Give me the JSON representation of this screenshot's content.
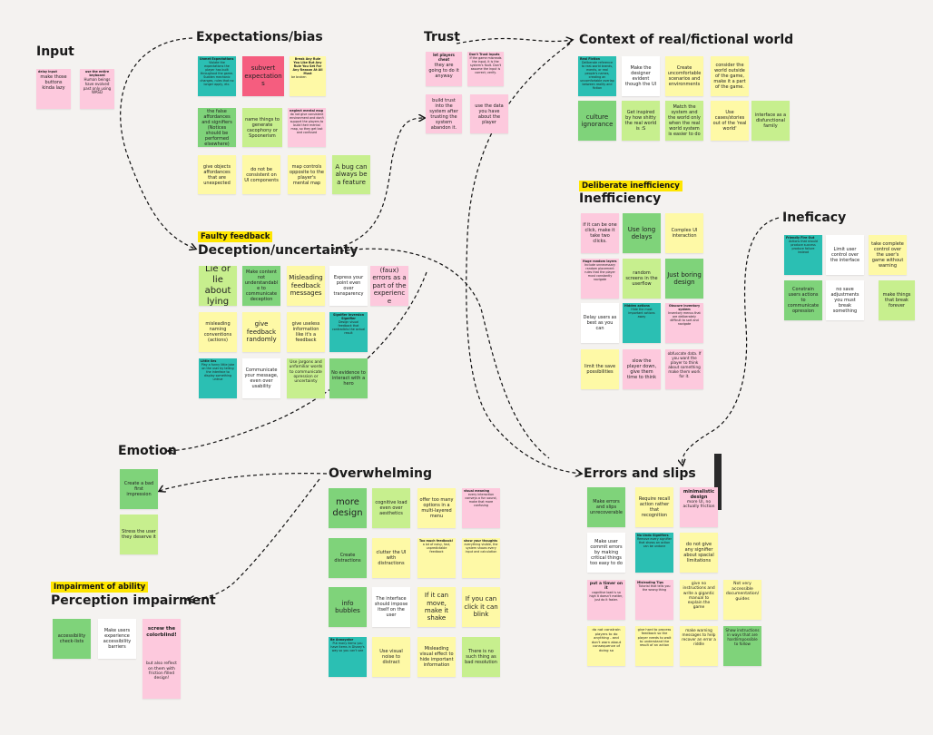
{
  "headings": {
    "input": "Input",
    "expectations": "Expectations/bias",
    "trust": "Trust",
    "context": "Context of real/fictional world",
    "deliberate_tag": "Deliberate inefficiency",
    "inefficiency": "Inefficiency",
    "ineficacy": "Ineficacy",
    "faulty_tag": "Faulty feedback",
    "deception": "Deception/uncertainty",
    "emotion": "Emotion",
    "overwhelming": "Overwhelming",
    "errors": "Errors and slips",
    "impairment_tag": "Impairment of ability",
    "perception": "Perception impairment"
  },
  "notes": {
    "in1_title": "delay input",
    "in1_body": "make those buttons kinda lazy",
    "in2_title": "use the entire keyboard",
    "in2_body": "Human beings have evolved past only using WASD",
    "ex1_title": "Unmet Expectations",
    "ex1_body": "Violate the expectations the player has built throughout the game. Sudden mechanic changes, rules that no longer apply, etc.",
    "ex2": "subvert expectations",
    "ex3": "Break Any Rule You Like But Any Rule You Set For Any Reason At All Must",
    "ex3b": "be broken",
    "ex4": "the false affordances and signifiers (Notices should be performed elsewhere)",
    "ex5": "name things to generate cacophony or Spoonerism",
    "ex6_title": "neglect mental map",
    "ex6_body": "do not give consistent environment and don't support the players to build their mental map, so they get lost and confused",
    "ex7": "give objects affordances that are unexpected",
    "ex8": "do not be consistent on UI components",
    "ex9": "map controls opposite to the player's mental map",
    "ex10": "A bug can always be a feature",
    "tr1_title": "let players cheat",
    "tr1_body": "they are going to do it anyway",
    "tr2_title": "Don't Trust Inputs",
    "tr2_body": "If the game misreads the input, it is the system's fault. Don't assume the input is correct; verify.",
    "tr3": "build trust into the system after trusting the system abandon it.",
    "tr4": "use the data you have about the player",
    "cx1_title": "Real Fiction",
    "cx1_body": "Deliberate reference to real-world brands, events, or real people's names, creating an uncomfortable overlap between reality and fiction",
    "cx2": "Make the designer evident though the UI",
    "cx3": "Create uncomfortable scenarios and environments",
    "cx4": "consider the world outside of the game, make it a part of the game.",
    "cx5": "culture ignorance",
    "cx6": "Get inspired by how shitty the real world is :S",
    "cx7": "Match the system and the world only when the real world system is easier to do",
    "cx8": "Use cases/stories out of the 'real world'",
    "cx9": "interface as a disfunctional family",
    "if1": "if it can be one click, make it take two clicks.",
    "if2": "Use long delays",
    "if3": "Complex UI interaction",
    "if4_title": "Huge random layers",
    "if4_body": "Include unnecessary random placement rules that the player must constantly navigate",
    "if5": "random screens in the userflow",
    "if6": "Just boring design",
    "if7": "Delay users as best as you can",
    "if8_title": "Hidden actions",
    "if8_body": "Hide the most important actions away",
    "if9_title": "Obscure inventory system",
    "if9_body": "Inventory menus that are deliberately difficult to sort and navigate",
    "if10": "limit the save possibilities",
    "if11": "slow the player down, give them time to think",
    "if12": "obfuscate data. If you want the player to think about something make them work for it.",
    "ic1_title": "Friendly Fire Out",
    "ic1_body": "Actions that should produce success produce failure instead",
    "ic2": "Limit user control over the interface",
    "ic3": "take complete control over the user's game without warning",
    "ic4": "Constrain users actions to communicate opression",
    "ic5": "no save adjustments you must break something",
    "ic6": "make things that break forever",
    "dc1": "Lie or lie about lying",
    "dc2": "Make content not understandable to communicate deception",
    "dc3": "Misleading feedback messages",
    "dc4": "Express your point even over transparency",
    "dc5": "(faux) errors as a part of the experience",
    "dc6": "misleading naming conventions (actions)",
    "dc7": "give feedback randomly",
    "dc8": "give useless information like it's a feedback",
    "dc9_title": "Signifier Inversion Signifier",
    "dc9_body": "Design visual feedback that contradicts the actual result",
    "dc10_title": "Little lies",
    "dc10_body": "Play a funny little joke on the user by telling the interface to display something untrue",
    "dc11": "Communicate your message, even over usability",
    "dc12": "Use jargons and unfamiliar words to communicate opression or uncertainty",
    "dc13": "No evidence to interact with a hero",
    "em1": "Create a bad first impression",
    "em2": "Stress the user they deserve it",
    "ov1": "more design",
    "ov2": "cognitive load even over aesthetics",
    "ov3": "offer too many options in a multi-layered menu",
    "ov4_title": "visual meaning",
    "ov4_body": "every interaction conveys a fun sound, make that more confusing",
    "ov5": "Create distractions",
    "ov6": "clutter the UI with distractions",
    "ov7_title": "Too much feedback!",
    "ov7_body": "a lot of noisy, fast, unpredictable feedback",
    "ov8_title": "show your thoughts",
    "ov8_body": "everything visible, the system shows every input and calculation",
    "ov9": "info bubbles",
    "ov10": "The interface should impose itself on the user",
    "ov11": "If it can move, make it shake",
    "ov12": "If you can click it can blink",
    "ov13_title": "Be Annoyator",
    "ov13_body": "Put many items you have items in Disney's way so you can't see",
    "ov14": "Use visual noise to distract",
    "ov15": "Misleading visual effect to hide important information",
    "ov16": "There is no such thing as bad resolution",
    "er1": "Make errors and slips unrecoverable",
    "er2": "Require recall action rather that recognition",
    "er3_title": "minimalistic design",
    "er3_body": "more UI, no actually friction",
    "er4": "Make user commit errors by making critical things too easy to do",
    "er5_title": "No Undo Signifiers",
    "er5_body": "Remove every signifier that shows an action can be undone",
    "er6": "do not give any signifier about spacial limitations",
    "er7_title": "put a timer on it",
    "er7_body": "cognitive load is so high it doesn't matter, just do it faster.",
    "er8_title": "Misleading Tips",
    "er8_body": "Tutorial that tells you the wrong thing",
    "er9": "give no instructions and write a gigantic manual to explain the game",
    "er10": "Not very accessible documentation/guides",
    "er11": "do not constrain players to do anything - and don't warn about consequence of doing so",
    "er12": "give hard to process feedback so the player needs to wait to understand the result of an action",
    "er13": "make warning messages to help recover an error a riddle",
    "er14": "Show instructions in ways that are hard/impossible to follow",
    "pi1": "accessibility check-lists",
    "pi2": "Make users experience accessibility barriers",
    "pi3": "screw the colorblind!",
    "pi3b": "but also reflect on them with friction filled design!"
  }
}
